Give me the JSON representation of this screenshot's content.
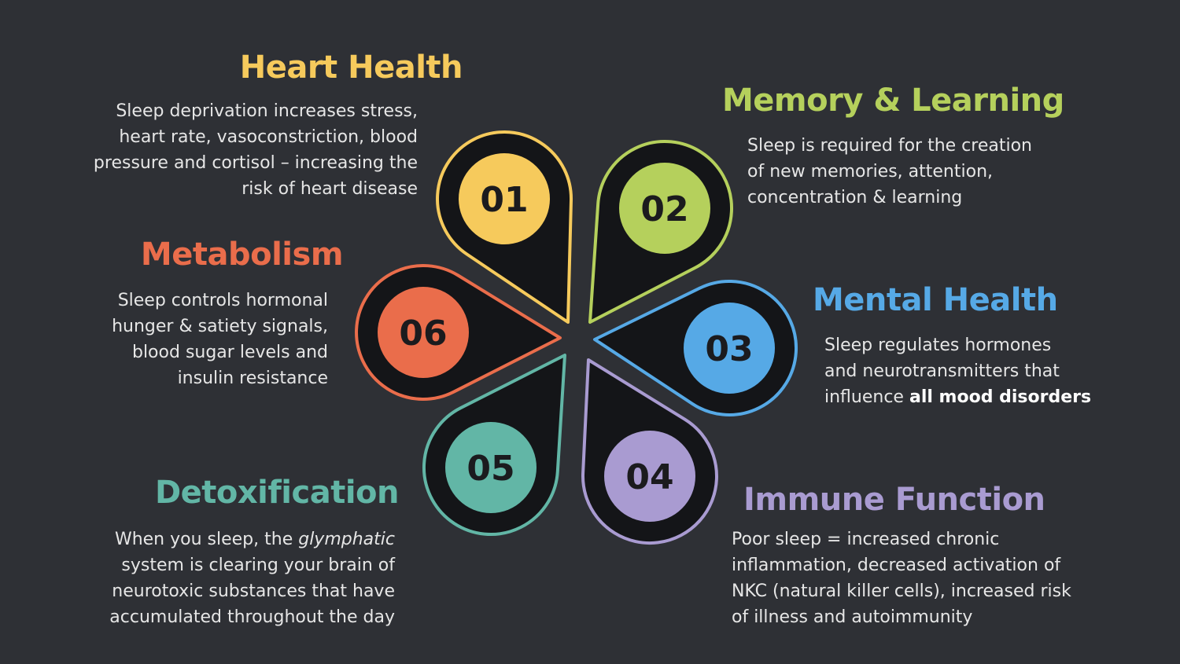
{
  "colors": {
    "background": "#2e3035",
    "petal_fill": "#141518",
    "heart": "#f6ca5c",
    "memory": "#b5d05c",
    "mental": "#56a9e6",
    "immune": "#a99bd1",
    "detox": "#62b6a6",
    "metabolism": "#ea6d4b"
  },
  "petals": [
    {
      "number": "01",
      "color": "#f6ca5c"
    },
    {
      "number": "02",
      "color": "#b5d05c"
    },
    {
      "number": "03",
      "color": "#56a9e6"
    },
    {
      "number": "04",
      "color": "#a99bd1"
    },
    {
      "number": "05",
      "color": "#62b6a6"
    },
    {
      "number": "06",
      "color": "#ea6d4b"
    }
  ],
  "sections": {
    "heart": {
      "title": "Heart Health",
      "lines": [
        "Sleep deprivation increases stress,",
        "heart rate, vasoconstriction, blood",
        "pressure and cortisol – increasing the",
        "risk of heart disease"
      ]
    },
    "memory": {
      "title": "Memory & Learning",
      "lines": [
        "Sleep is required for the creation",
        "of new memories, attention,",
        "concentration & learning"
      ]
    },
    "mental": {
      "title": "Mental Health",
      "lines": [
        "Sleep regulates hormones",
        "and neurotransmitters that"
      ],
      "last_line_prefix": "influence ",
      "last_line_bold": "all mood disorders"
    },
    "immune": {
      "title": "Immune Function",
      "lines": [
        "Poor sleep = increased chronic",
        "inflammation, decreased activation of",
        "NKC (natural killer cells), increased risk",
        "of illness and autoimmunity"
      ]
    },
    "detox": {
      "title": "Detoxification",
      "line1_prefix": "When you sleep, the ",
      "line1_italic": "glymphatic",
      "lines": [
        "system is clearing your brain of",
        "neurotoxic substances that have",
        "accumulated throughout the day"
      ]
    },
    "metabolism": {
      "title": "Metabolism",
      "lines": [
        "Sleep controls hormonal",
        "hunger & satiety signals,",
        "blood sugar levels and",
        "insulin resistance"
      ]
    }
  }
}
